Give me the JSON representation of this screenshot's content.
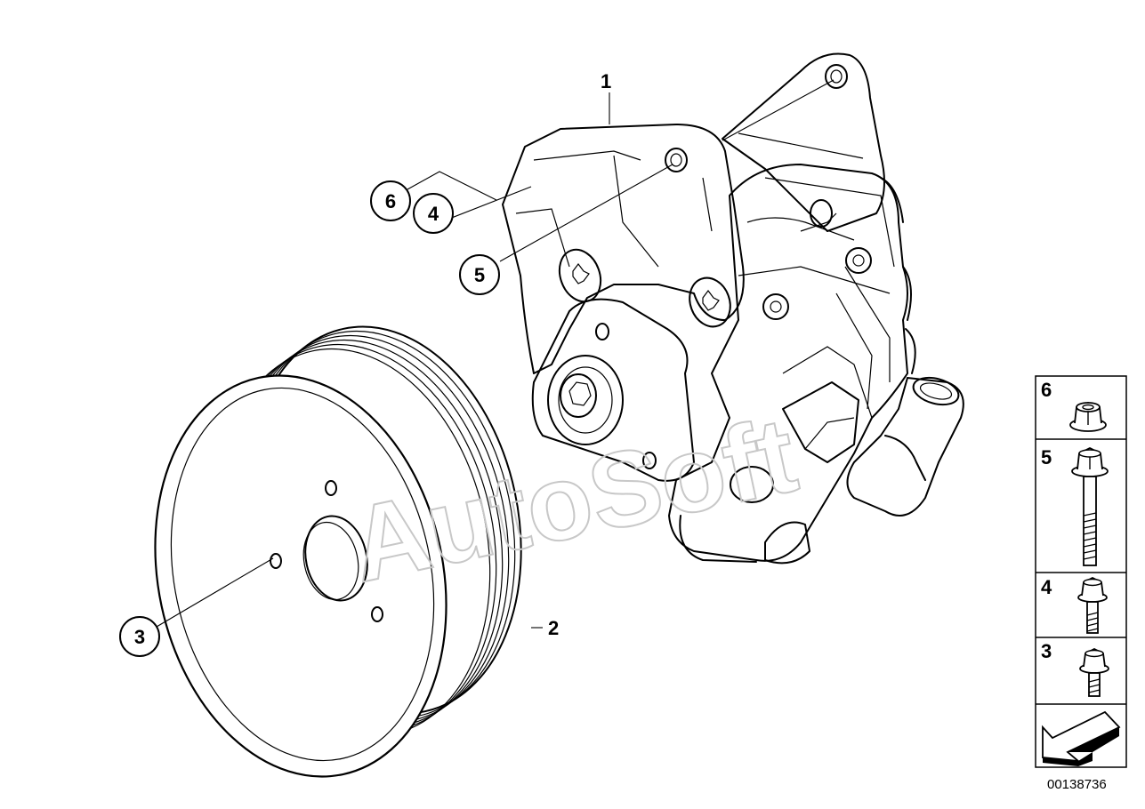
{
  "diagram": {
    "watermark": "AutoSoft",
    "callouts": {
      "c1": "1",
      "c2": "2",
      "c3": "3",
      "c4": "4",
      "c5": "5",
      "c6": "6"
    },
    "legend": {
      "items": [
        {
          "number": "6",
          "part": "flange-nut"
        },
        {
          "number": "5",
          "part": "long-hex-bolt"
        },
        {
          "number": "4",
          "part": "medium-hex-bolt"
        },
        {
          "number": "3",
          "part": "short-hex-bolt"
        }
      ],
      "arrow_icon": "direction-arrow-icon"
    },
    "document_number": "00138736"
  }
}
